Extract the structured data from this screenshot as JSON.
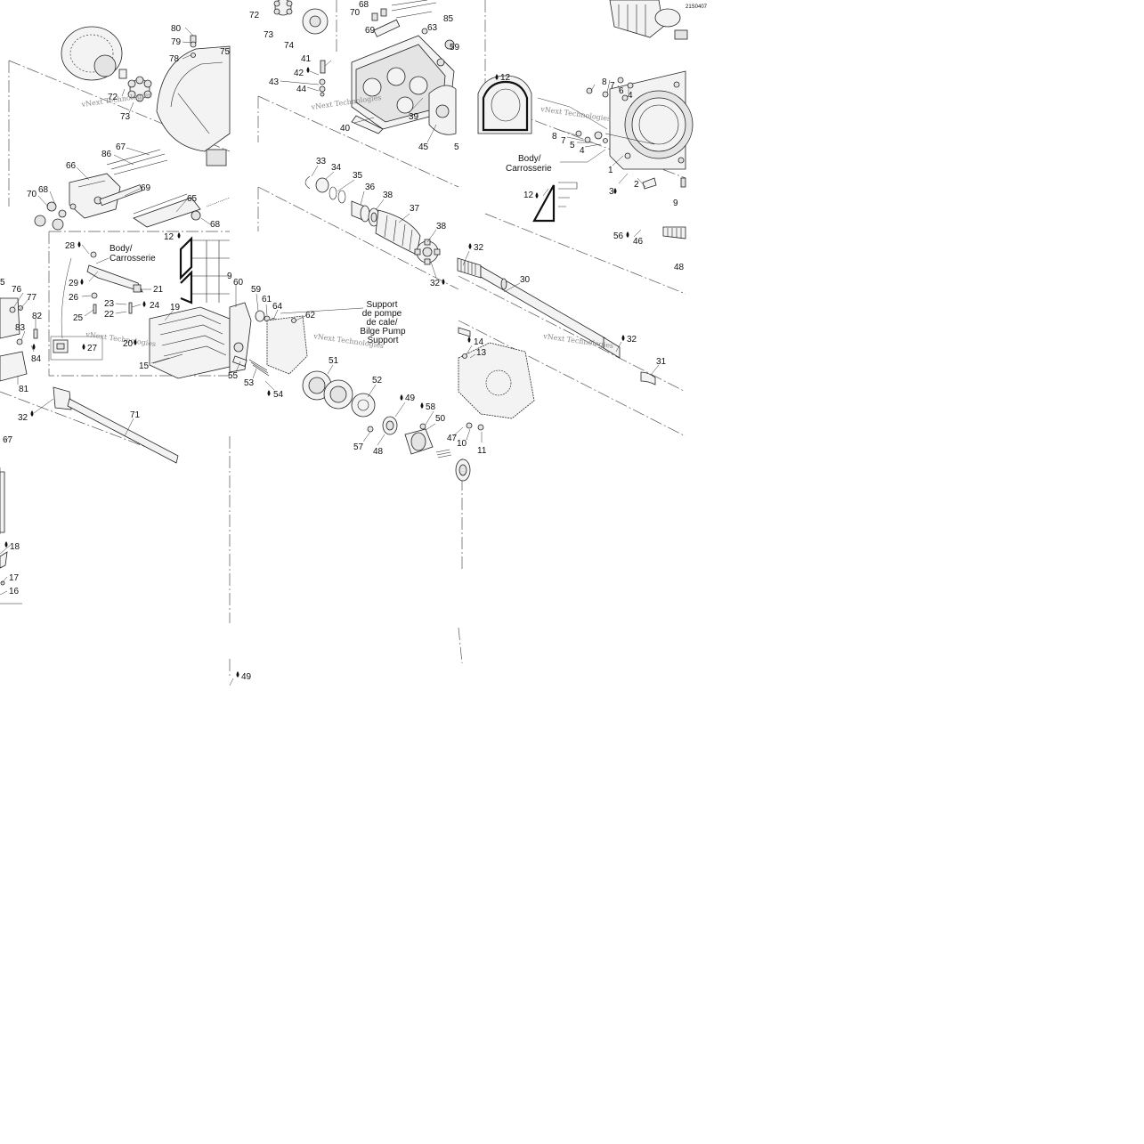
{
  "diagram_code": "21S0407",
  "watermark": "vNext Technologies",
  "labels": {
    "body_carrosserie": [
      "Body/",
      "Carrosserie"
    ],
    "support": [
      "Support",
      "de pompe",
      "de cale/",
      "Bilge Pump",
      "Support"
    ]
  },
  "callouts": [
    {
      "id": "c80",
      "text": "80"
    },
    {
      "id": "c79",
      "text": "79"
    },
    {
      "id": "c78",
      "text": "78"
    },
    {
      "id": "c75",
      "text": "75"
    },
    {
      "id": "c72a",
      "text": "72"
    },
    {
      "id": "c73a",
      "text": "73"
    },
    {
      "id": "c67a",
      "text": "67"
    },
    {
      "id": "c86",
      "text": "86"
    },
    {
      "id": "c66",
      "text": "66"
    },
    {
      "id": "c69a",
      "text": "69"
    },
    {
      "id": "c70a",
      "text": "70"
    },
    {
      "id": "c68a",
      "text": "68"
    },
    {
      "id": "c65",
      "text": "65"
    },
    {
      "id": "c68b",
      "text": "68"
    },
    {
      "id": "c72b",
      "text": "72"
    },
    {
      "id": "c73b",
      "text": "73"
    },
    {
      "id": "c74",
      "text": "74"
    },
    {
      "id": "c68c",
      "text": "68"
    },
    {
      "id": "c70b",
      "text": "70"
    },
    {
      "id": "c69b",
      "text": "69"
    },
    {
      "id": "c85",
      "text": "85"
    },
    {
      "id": "c63",
      "text": "63"
    },
    {
      "id": "c59a",
      "text": "59"
    },
    {
      "id": "c41",
      "text": "41"
    },
    {
      "id": "c42",
      "text": "42"
    },
    {
      "id": "c43",
      "text": "43"
    },
    {
      "id": "c44",
      "text": "44"
    },
    {
      "id": "c39",
      "text": "39"
    },
    {
      "id": "c40",
      "text": "40"
    },
    {
      "id": "c45",
      "text": "45"
    },
    {
      "id": "c5a",
      "text": "5"
    },
    {
      "id": "c33",
      "text": "33"
    },
    {
      "id": "c34",
      "text": "34"
    },
    {
      "id": "c35",
      "text": "35"
    },
    {
      "id": "c36",
      "text": "36"
    },
    {
      "id": "c38a",
      "text": "38"
    },
    {
      "id": "c37",
      "text": "37"
    },
    {
      "id": "c38b",
      "text": "38"
    },
    {
      "id": "c32a",
      "text": "32"
    },
    {
      "id": "c32b",
      "text": "32"
    },
    {
      "id": "c30",
      "text": "30"
    },
    {
      "id": "c32c",
      "text": "32"
    },
    {
      "id": "c31",
      "text": "31"
    },
    {
      "id": "c14",
      "text": "14"
    },
    {
      "id": "c13",
      "text": "13"
    },
    {
      "id": "c12a",
      "text": "12"
    },
    {
      "id": "c8a",
      "text": "8"
    },
    {
      "id": "c7a",
      "text": "7"
    },
    {
      "id": "c6",
      "text": "6"
    },
    {
      "id": "c4a",
      "text": "4"
    },
    {
      "id": "c8b",
      "text": "8"
    },
    {
      "id": "c7b",
      "text": "7"
    },
    {
      "id": "c5b",
      "text": "5"
    },
    {
      "id": "c4b",
      "text": "4"
    },
    {
      "id": "c1",
      "text": "1"
    },
    {
      "id": "c3",
      "text": "3"
    },
    {
      "id": "c2",
      "text": "2"
    },
    {
      "id": "c12b",
      "text": "12"
    },
    {
      "id": "c9a",
      "text": "9"
    },
    {
      "id": "c56",
      "text": "56"
    },
    {
      "id": "c46",
      "text": "46"
    },
    {
      "id": "c48a",
      "text": "48"
    },
    {
      "id": "c28",
      "text": "28"
    },
    {
      "id": "c12c",
      "text": "12"
    },
    {
      "id": "c29",
      "text": "29"
    },
    {
      "id": "c21",
      "text": "21"
    },
    {
      "id": "c26",
      "text": "26"
    },
    {
      "id": "c23",
      "text": "23"
    },
    {
      "id": "c24",
      "text": "24"
    },
    {
      "id": "c25",
      "text": "25"
    },
    {
      "id": "c22",
      "text": "22"
    },
    {
      "id": "c19",
      "text": "19"
    },
    {
      "id": "c27",
      "text": "27"
    },
    {
      "id": "c20",
      "text": "20"
    },
    {
      "id": "c15",
      "text": "15"
    },
    {
      "id": "c9b",
      "text": "9"
    },
    {
      "id": "c60",
      "text": "60"
    },
    {
      "id": "c59b",
      "text": "59"
    },
    {
      "id": "c61",
      "text": "61"
    },
    {
      "id": "c64",
      "text": "64"
    },
    {
      "id": "c62",
      "text": "62"
    },
    {
      "id": "c55",
      "text": "55"
    },
    {
      "id": "c53",
      "text": "53"
    },
    {
      "id": "c54",
      "text": "54"
    },
    {
      "id": "c51",
      "text": "51"
    },
    {
      "id": "c52",
      "text": "52"
    },
    {
      "id": "c49a",
      "text": "49"
    },
    {
      "id": "c58",
      "text": "58"
    },
    {
      "id": "c50",
      "text": "50"
    },
    {
      "id": "c57",
      "text": "57"
    },
    {
      "id": "c48b",
      "text": "48"
    },
    {
      "id": "c47",
      "text": "47"
    },
    {
      "id": "c10",
      "text": "10"
    },
    {
      "id": "c11",
      "text": "11"
    },
    {
      "id": "c5c",
      "text": "5"
    },
    {
      "id": "c76",
      "text": "76"
    },
    {
      "id": "c77",
      "text": "77"
    },
    {
      "id": "c82",
      "text": "82"
    },
    {
      "id": "c83",
      "text": "83"
    },
    {
      "id": "c84",
      "text": "84"
    },
    {
      "id": "c81",
      "text": "81"
    },
    {
      "id": "c71",
      "text": "71"
    },
    {
      "id": "c32d",
      "text": "32"
    },
    {
      "id": "c67b",
      "text": "67"
    },
    {
      "id": "c18",
      "text": "18"
    },
    {
      "id": "c17",
      "text": "17"
    },
    {
      "id": "c16",
      "text": "16"
    },
    {
      "id": "c49b",
      "text": "49"
    }
  ]
}
